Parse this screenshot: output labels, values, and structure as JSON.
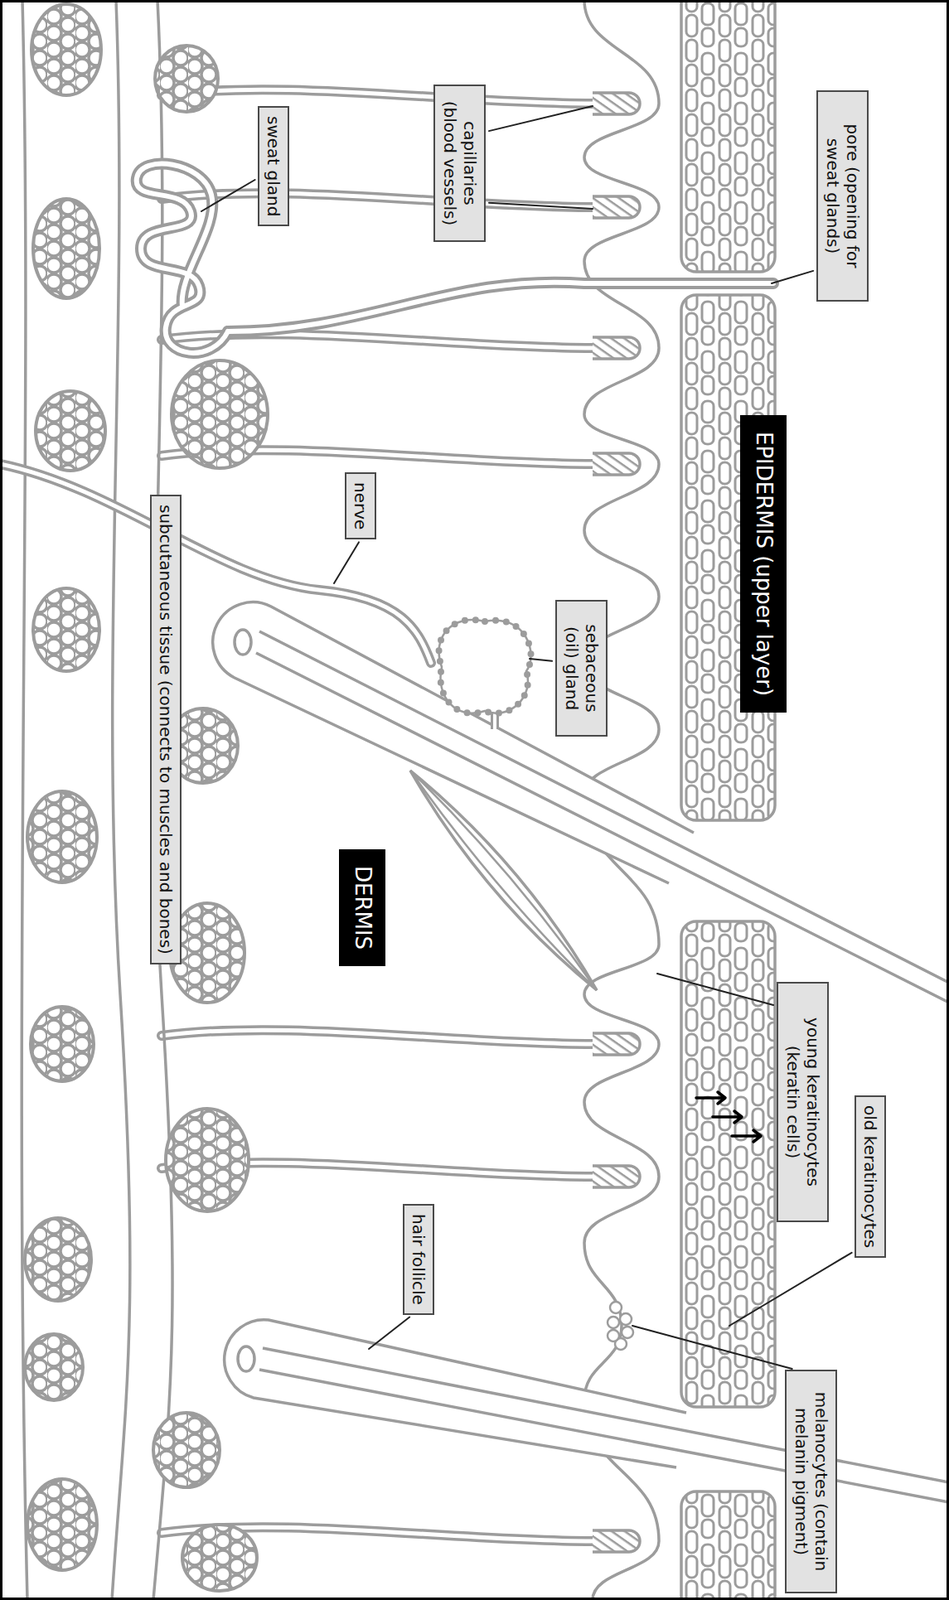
{
  "diagram": {
    "nodes": [
      {
        "text": [
          "pore (opening for sweat glands)"
        ]
      },
      {
        "text": [
          "capillaries (blood vessels)"
        ]
      },
      {
        "text": [
          "sweat gland"
        ]
      },
      {
        "text": [
          "EPIDERMIS (upper layer)"
        ]
      },
      {
        "text": [
          "nerve"
        ]
      },
      {
        "text": [
          "subcutaneous tissue (connects to muscles and bones)"
        ]
      },
      {
        "text": [
          "sebaceous (oil) gland"
        ]
      },
      {
        "text": [
          "DERMIS"
        ]
      },
      {
        "text": [
          "young keratinocytes (keratin cells)"
        ]
      },
      {
        "text": [
          "old keratinocytes"
        ]
      },
      {
        "text": [
          "hair follicle"
        ]
      },
      {
        "text": [
          "melanocytes (contain melanin pigment)"
        ]
      }
    ]
  }
}
